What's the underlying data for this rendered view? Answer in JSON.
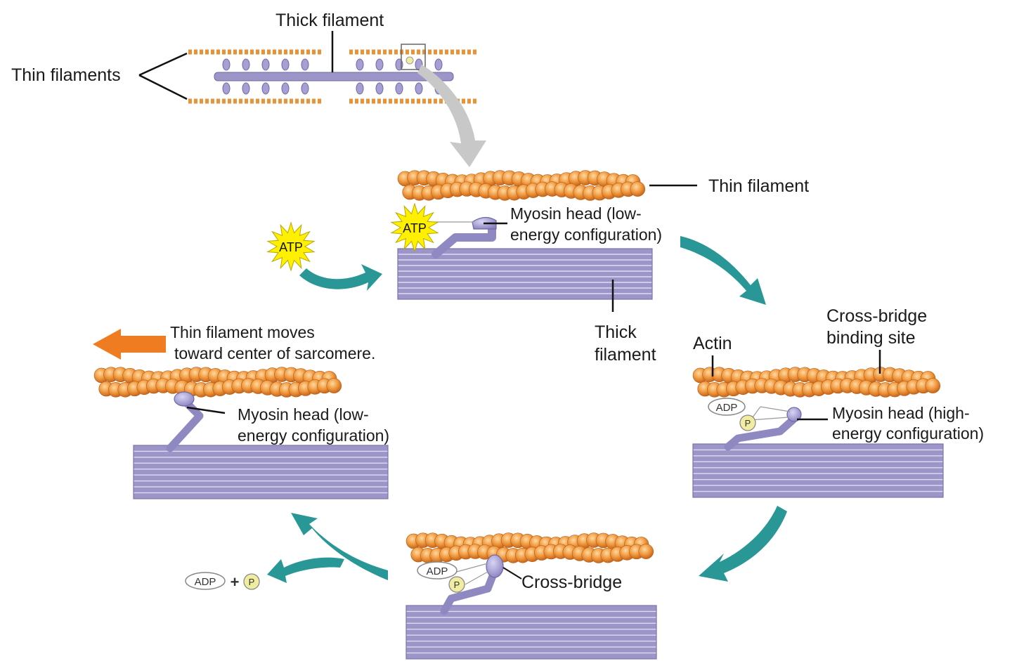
{
  "labels": {
    "thin_filaments": "Thin filaments",
    "thick_filament_top": "Thick filament",
    "thin_filament": "Thin filament",
    "myosin_low_1": "Myosin head (low-",
    "myosin_low_2": "energy configuration)",
    "thick_filament_1": "Thick",
    "thick_filament_2": "filament",
    "cross_bridge_site_1": "Cross-bridge",
    "cross_bridge_site_2": "binding site",
    "actin": "Actin",
    "myosin_high_1": "Myosin head (high-",
    "myosin_high_2": "energy configuration)",
    "moves_1": "Thin filament moves",
    "moves_2": "toward center of sarcomere.",
    "cross_bridge": "Cross-bridge"
  },
  "molecules": {
    "atp": "ATP",
    "adp": "ADP",
    "p": "P",
    "plus": "+"
  },
  "colors": {
    "actin": "#e8923a",
    "thick": "#9c95c8",
    "myosin": "#a59fd4",
    "cycle_arrow": "#2a9797",
    "move_arrow": "#f07c22",
    "atp_star": "#fff000",
    "pi": "#f0eca0",
    "overview_arrow": "#c8c8c8"
  }
}
